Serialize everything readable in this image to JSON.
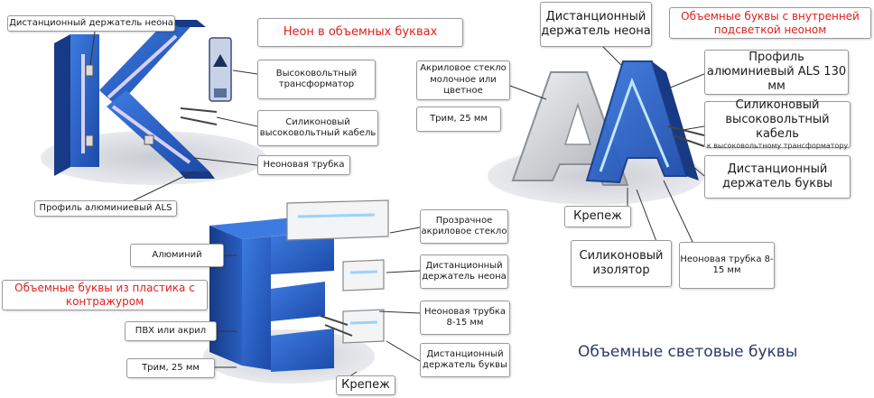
{
  "headings": {
    "neon_in_letters": "Неон в объемных буквах",
    "internal_neon": "Объемные буквы с внутренней подсветкой неоном",
    "plastic_contour": "Объемные буквы из пластика с контражуром",
    "caption": "Объемные световые буквы"
  },
  "labels_k": {
    "remote_holder_neon": "Дистанционный держатель неона",
    "hv_transformer": "Высоковольтный трансформатор",
    "silicone_cable": "Силиконовый высоковольтный кабель",
    "neon_tube": "Неоновая трубка",
    "als_profile": "Профиль алюминиевый ALS"
  },
  "labels_a": {
    "remote_holder_neon": "Дистанционный держатель неона",
    "acrylic_glass": "Акриловое стекло молочное или цветное",
    "trim": "Трим, 25 мм",
    "als_profile": "Профиль алюминиевый ALS 130 мм",
    "silicone_cable": "Силиконовый высоковольтный кабель",
    "silicone_cable_sub": "к высоковольтному трансформатору",
    "remote_holder_letter": "Дистанционный держатель буквы",
    "fastener": "Крепеж",
    "silicone_insulator": "Силиконовый изолятор",
    "neon_tube": "Неоновая трубка 8-15 мм"
  },
  "labels_e": {
    "aluminium": "Алюминий",
    "pvc_acrylic": "ПВХ или акрил",
    "trim": "Трим, 25 мм",
    "fastener": "Крепеж",
    "clear_acrylic": "Прозрачное акриловое стекло",
    "remote_holder_neon": "Дистанционный держатель неона",
    "neon_tube": "Неоновая трубка 8-15 мм",
    "remote_holder_letter": "Дистанционный держатель буквы"
  },
  "letters": {
    "k": "K",
    "a": "A",
    "e": "E"
  },
  "colors": {
    "letter_blue": "#2a5fc0",
    "letter_blue_dark": "#163a86",
    "heading_red": "#e0201c",
    "caption_blue": "#2a3a6a"
  }
}
